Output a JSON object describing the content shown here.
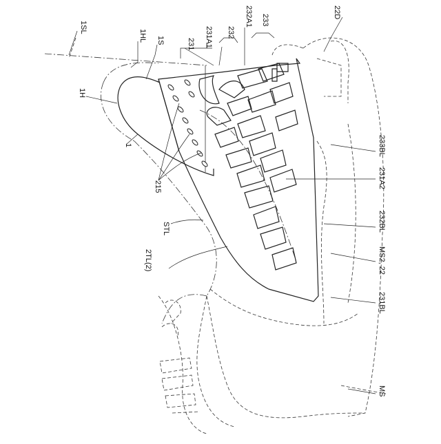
{
  "labels": {
    "sl1": "1SL",
    "hl1": "1HL",
    "s1": "1S",
    "h1": "1H",
    "n1": "1",
    "n215": "215",
    "stl": "STL",
    "tl2": "2TL(2)",
    "n231": "231",
    "n231a1": "231A1",
    "n232": "232",
    "n232a1": "232A1",
    "n233": "233",
    "d22": "22D",
    "bl233": "233BL",
    "a2_231": "231A2",
    "bl232": "232BL",
    "ms2": "MS2, 22",
    "bl231": "231BL",
    "ms": "MS"
  }
}
